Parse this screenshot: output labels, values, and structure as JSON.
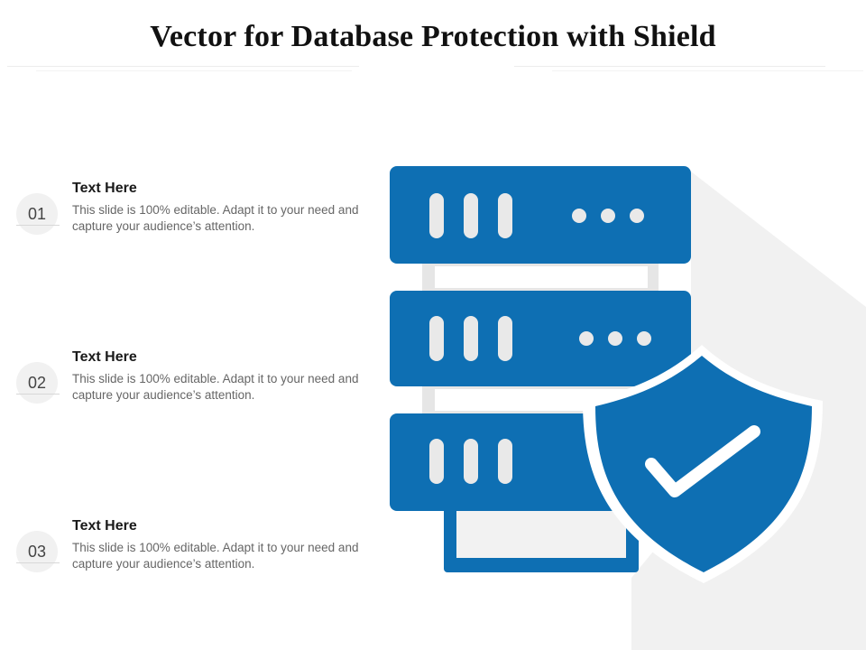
{
  "slide": {
    "title": "Vector for Database Protection with Shield"
  },
  "items": [
    {
      "number": "01",
      "title": "Text Here",
      "description": "This slide is 100% editable. Adapt it to your need and capture your audience’s attention."
    },
    {
      "number": "02",
      "title": "Text Here",
      "description": "This slide is 100% editable. Adapt it to your need and capture your audience’s attention."
    },
    {
      "number": "03",
      "title": "Text Here",
      "description": "This slide is 100% editable. Adapt it to your need and capture your audience’s attention."
    }
  ],
  "colors": {
    "accent": "#0e6fb3",
    "shadow": "#f0f0f0",
    "stripe": "#e6e6e6"
  },
  "illustration": {
    "icons": [
      "database-server-icon",
      "shield-check-icon"
    ]
  }
}
